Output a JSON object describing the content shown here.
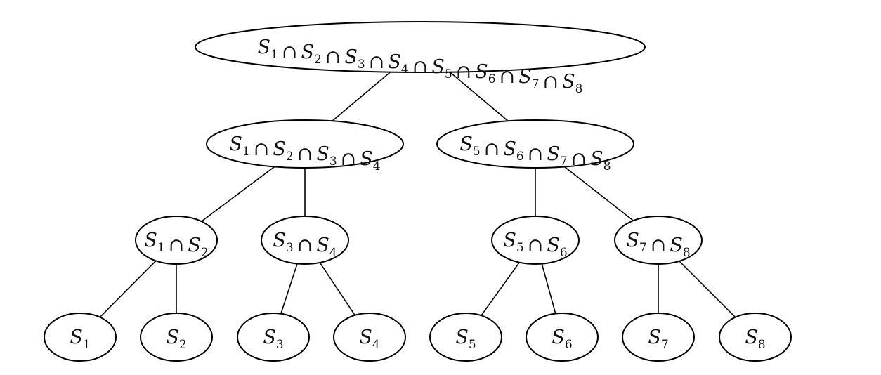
{
  "nodes": [
    {
      "id": "s1-s8",
      "terms": [
        "1",
        "2",
        "3",
        "4",
        "5",
        "6",
        "7",
        "8"
      ]
    },
    {
      "id": "s1-s4",
      "terms": [
        "1",
        "2",
        "3",
        "4"
      ]
    },
    {
      "id": "s5-s8",
      "terms": [
        "5",
        "6",
        "7",
        "8"
      ]
    },
    {
      "id": "s1-s2",
      "terms": [
        "1",
        "2"
      ]
    },
    {
      "id": "s3-s4",
      "terms": [
        "3",
        "4"
      ]
    },
    {
      "id": "s5-s6",
      "terms": [
        "5",
        "6"
      ]
    },
    {
      "id": "s7-s8",
      "terms": [
        "7",
        "8"
      ]
    },
    {
      "id": "s1",
      "terms": [
        "1"
      ]
    },
    {
      "id": "s2",
      "terms": [
        "2"
      ]
    },
    {
      "id": "s3",
      "terms": [
        "3"
      ]
    },
    {
      "id": "s4",
      "terms": [
        "4"
      ]
    },
    {
      "id": "s5",
      "terms": [
        "5"
      ]
    },
    {
      "id": "s6",
      "terms": [
        "6"
      ]
    },
    {
      "id": "s7",
      "terms": [
        "7"
      ]
    },
    {
      "id": "s8",
      "terms": [
        "8"
      ]
    }
  ],
  "edges": [
    [
      "s1-s8",
      "s1-s4"
    ],
    [
      "s1-s8",
      "s5-s8"
    ],
    [
      "s1-s4",
      "s1-s2"
    ],
    [
      "s1-s4",
      "s3-s4"
    ],
    [
      "s5-s8",
      "s5-s6"
    ],
    [
      "s5-s8",
      "s7-s8"
    ],
    [
      "s1-s2",
      "s1"
    ],
    [
      "s1-s2",
      "s2"
    ],
    [
      "s3-s4",
      "s3"
    ],
    [
      "s3-s4",
      "s4"
    ],
    [
      "s5-s6",
      "s5"
    ],
    [
      "s5-s6",
      "s6"
    ],
    [
      "s7-s8",
      "s7"
    ],
    [
      "s7-s8",
      "s8"
    ]
  ],
  "symbols": {
    "set": "S",
    "operator": "∩"
  },
  "colors": {
    "stroke": "#000000",
    "fill": "#ffffff",
    "text": "#111111"
  }
}
